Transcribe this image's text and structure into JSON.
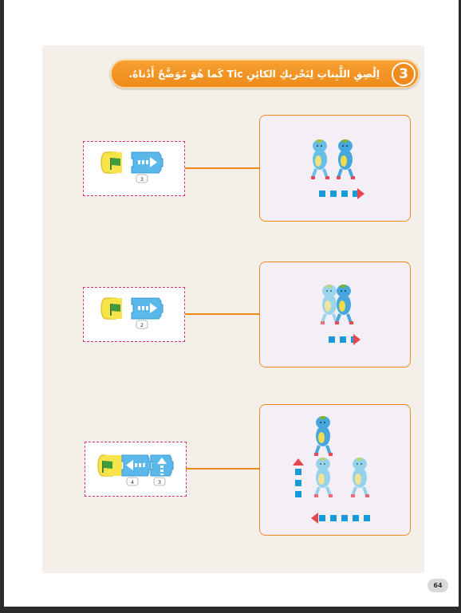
{
  "page": {
    "number": "64"
  },
  "exercise": {
    "number": "3",
    "instruction": "اِلْصِقِ اللَّبِناتِ لِتَحْريكِ الكائِنِ Tic كَما هُوَ مُوَضَّحٌ أَدْناهُ."
  },
  "rows": [
    {
      "blocks": [
        {
          "icon": "green-flag-icon"
        },
        {
          "icon": "move-right-icon",
          "value": "3"
        }
      ]
    },
    {
      "blocks": [
        {
          "icon": "green-flag-icon"
        },
        {
          "icon": "move-right-icon",
          "value": "2"
        }
      ]
    },
    {
      "blocks": [
        {
          "icon": "green-flag-icon"
        },
        {
          "icon": "move-left-icon",
          "value": "4"
        },
        {
          "icon": "move-up-icon",
          "value": "3"
        }
      ]
    }
  ],
  "colors": {
    "accent": "#ee8a1a",
    "block": "#5bb8ea",
    "flag_block": "#f7e34a",
    "arrow_dots": "#1a9ad6",
    "arrow_head": "#e8464f"
  }
}
